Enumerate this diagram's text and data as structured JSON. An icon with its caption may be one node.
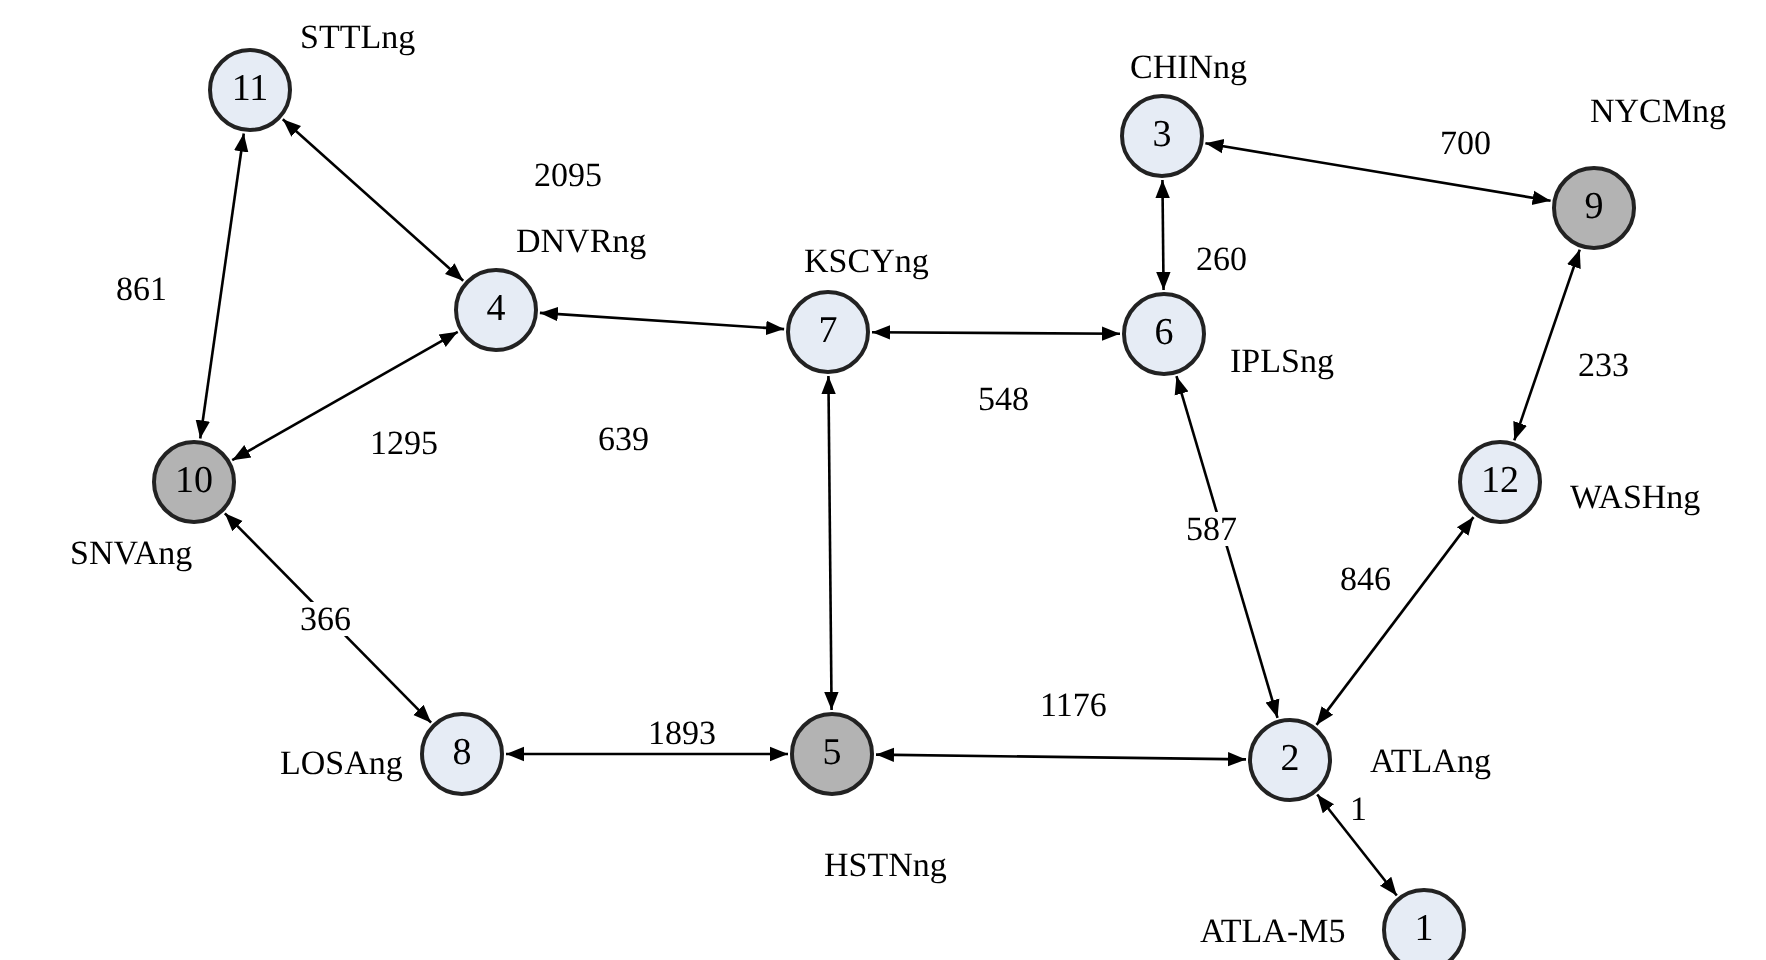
{
  "diagram": {
    "nodes": [
      {
        "text": [
          "11"
        ],
        "beside": [
          "STTLng"
        ]
      },
      {
        "text": [
          "4"
        ],
        "beside": [
          "DNVRng"
        ]
      },
      {
        "text": [
          "7"
        ],
        "beside": [
          "KSCYng"
        ]
      },
      {
        "text": [
          "3"
        ],
        "beside": [
          "CHINng"
        ]
      },
      {
        "text": [
          "9"
        ],
        "beside": [
          "NYCMng"
        ]
      },
      {
        "text": [
          "6"
        ],
        "beside": [
          "IPLSng"
        ]
      },
      {
        "text": [
          "10"
        ],
        "beside": [
          "SNVAng"
        ]
      },
      {
        "text": [
          "12"
        ],
        "beside": [
          "WASHng"
        ]
      },
      {
        "text": [
          "8"
        ],
        "beside": [
          "LOSAng"
        ]
      },
      {
        "text": [
          "5"
        ],
        "beside": [
          "HSTNng"
        ]
      },
      {
        "text": [
          "2"
        ],
        "beside": [
          "ATLAng"
        ]
      },
      {
        "text": [
          "1"
        ],
        "beside": [
          "ATLA-M5"
        ]
      }
    ],
    "edges": [
      {
        "from": 0,
        "to": 1,
        "arrow": "both",
        "label": "2095"
      },
      {
        "from": 0,
        "to": 6,
        "arrow": "both",
        "label": "861"
      },
      {
        "from": 1,
        "to": 6,
        "arrow": "both",
        "label": "1295"
      },
      {
        "from": 1,
        "to": 2,
        "arrow": "both",
        "label": "639"
      },
      {
        "from": 2,
        "to": 5,
        "arrow": "both",
        "label": "548"
      },
      {
        "from": 3,
        "to": 5,
        "arrow": "both",
        "label": "260"
      },
      {
        "from": 3,
        "to": 4,
        "arrow": "both",
        "label": "700"
      },
      {
        "from": 4,
        "to": 7,
        "arrow": "both",
        "label": "233"
      },
      {
        "from": 5,
        "to": 10,
        "arrow": "both",
        "label": "587"
      },
      {
        "from": 7,
        "to": 10,
        "arrow": "both",
        "label": "846"
      },
      {
        "from": 2,
        "to": 9,
        "arrow": "both"
      },
      {
        "from": 6,
        "to": 8,
        "arrow": "both",
        "label": "366"
      },
      {
        "from": 8,
        "to": 9,
        "arrow": "both",
        "label": "1893"
      },
      {
        "from": 9,
        "to": 10,
        "arrow": "both",
        "label": "1176"
      },
      {
        "from": 10,
        "to": 11,
        "arrow": "both",
        "label": "1"
      }
    ]
  }
}
